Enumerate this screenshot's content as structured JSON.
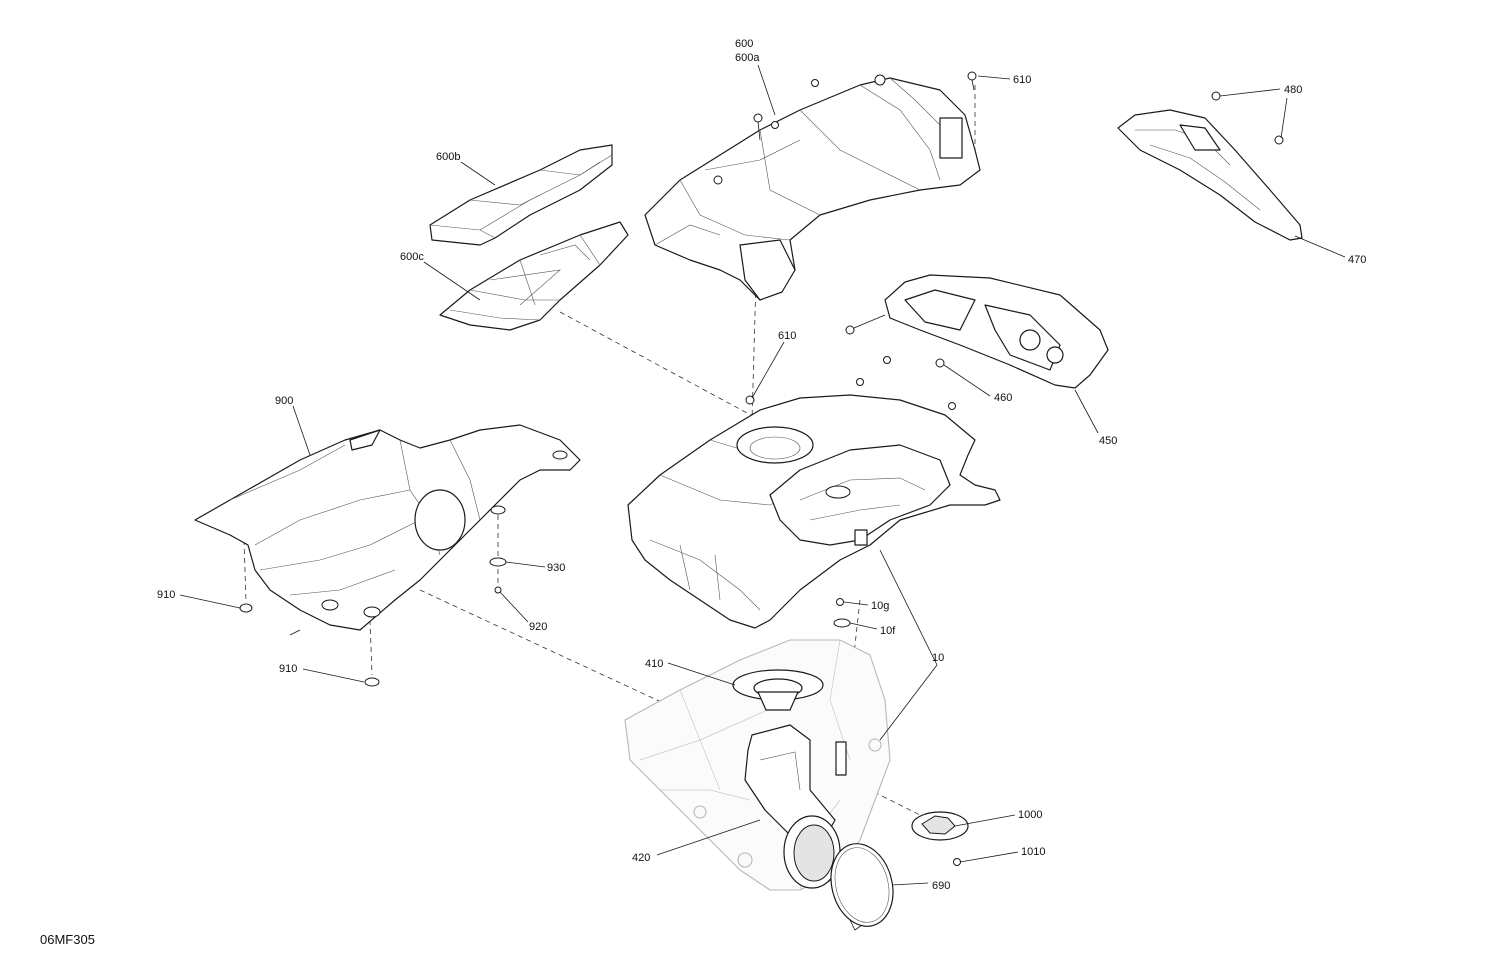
{
  "diagram": {
    "reference_code": "06MF305",
    "callouts": {
      "c600": "600",
      "c600a": "600a",
      "c610_top": "610",
      "c480": "480",
      "c470": "470",
      "c600b": "600b",
      "c600c": "600c",
      "c610_mid": "610",
      "c460": "460",
      "c450": "450",
      "c900": "900",
      "c930": "930",
      "c910_a": "910",
      "c920": "920",
      "c910_b": "910",
      "c10g": "10g",
      "c10f": "10f",
      "c10": "10",
      "c410": "410",
      "c1000": "1000",
      "c1010": "1010",
      "c420": "420",
      "c690": "690"
    }
  }
}
